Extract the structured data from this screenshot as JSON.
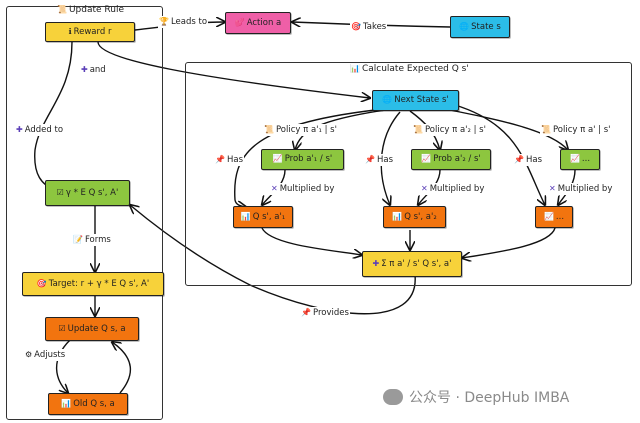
{
  "frames": {
    "update_rule": "Update Rule",
    "expected_q": "Calculate Expected Q s'"
  },
  "nodes": {
    "reward": "Reward r",
    "action": "Action a",
    "state": "State s",
    "next_state": "Next State s'",
    "prob1": "Prob a'₁ / s'",
    "prob2": "Prob a'₂ / s'",
    "prob3": "...",
    "q1": "Q s', a'₁",
    "q2": "Q s', a'₂",
    "q3": "...",
    "sum": "Σ π a' / s' Q s', a'",
    "gamma": "γ * E Q s', A'",
    "target": "Target: r + γ * E Q s', A'",
    "update": "Update Q s, a",
    "old_q": "Old Q s, a"
  },
  "edge_labels": {
    "leads_to": "Leads to",
    "takes": "Takes",
    "and": "and",
    "added_to": "Added to",
    "policy1": "Policy π a'₁ | s'",
    "policy2": "Policy π a'₂ | s'",
    "policy3": "Policy π a' | s'",
    "has1": "Has",
    "has2": "Has",
    "has3": "Has",
    "mult1": "Multiplied by",
    "mult2": "Multiplied by",
    "mult3": "Multiplied by",
    "forms": "Forms",
    "provides": "Provides",
    "adjusts": "Adjusts"
  },
  "watermark": "公众号 · DeepHub IMBA",
  "icons": {
    "frame_update": "scroll-icon",
    "frame_expected": "chart-icon",
    "reward": "info-icon",
    "action": "heart-icon",
    "state": "globe-icon",
    "next_state": "globe-icon",
    "prob": "chart-up-icon",
    "q": "bar-chart-icon",
    "sum": "plus-icon",
    "gamma": "check-icon",
    "target": "target-icon",
    "update": "check-icon",
    "old_q": "bar-chart-icon",
    "leads_to": "trophy-icon",
    "takes": "target-icon",
    "and": "plus-icon",
    "added_to": "plus-icon",
    "policy": "scroll-icon",
    "has": "pin-icon",
    "mult": "cross-icon",
    "forms": "pencil-icon",
    "provides": "pin-icon",
    "adjusts": "gear-icon"
  },
  "colors": {
    "yellow": "#f7d23a",
    "pink": "#ef5fa7",
    "cyan": "#2bbde8",
    "green": "#8dc63f",
    "orange": "#f2740f"
  }
}
